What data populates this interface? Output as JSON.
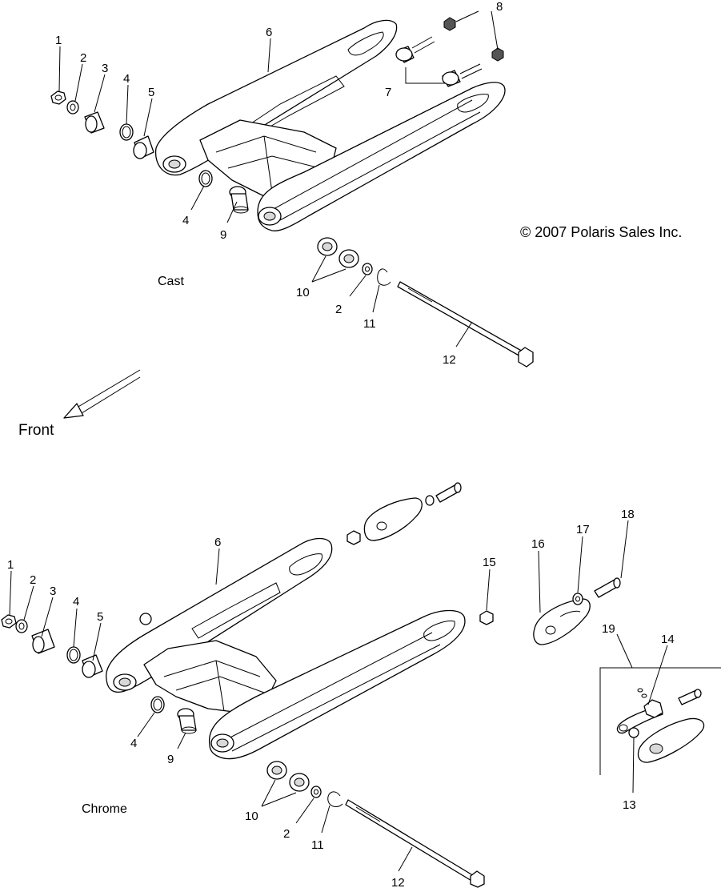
{
  "copyright": "© 2007 Polaris Sales Inc.",
  "front_label": "Front",
  "assemblies": {
    "cast": {
      "caption": "Cast",
      "callouts": [
        "1",
        "2",
        "3",
        "4",
        "5",
        "6",
        "7",
        "8",
        "4",
        "9",
        "10",
        "2",
        "11",
        "12"
      ]
    },
    "chrome": {
      "caption": "Chrome",
      "callouts": [
        "1",
        "2",
        "3",
        "4",
        "5",
        "6",
        "18",
        "17",
        "16",
        "15",
        "19",
        "14",
        "4",
        "9",
        "13",
        "10",
        "2",
        "11",
        "12"
      ]
    }
  }
}
